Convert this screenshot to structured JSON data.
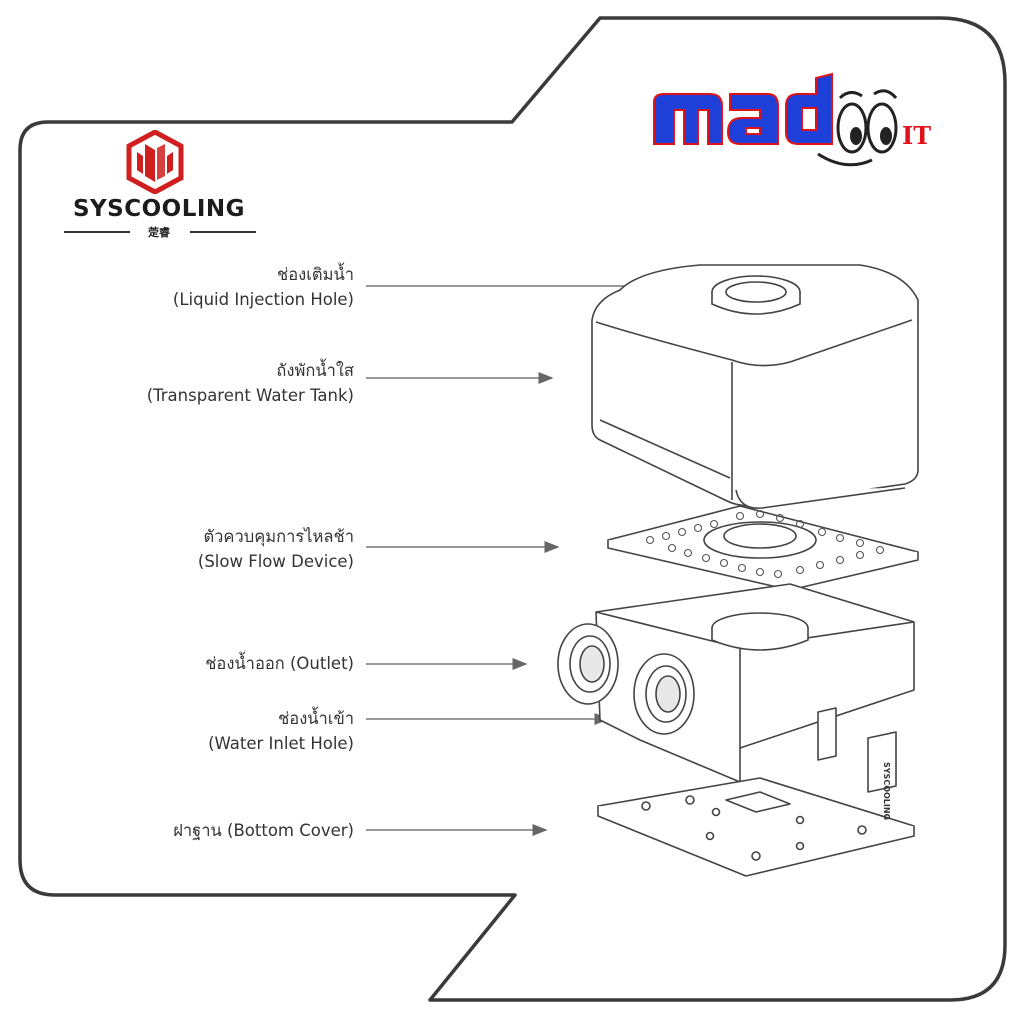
{
  "brand": {
    "syscooling_name": "SYSCOOLING",
    "syscooling_subtitle": "萣睿",
    "mad_logo_it": "IT",
    "colors": {
      "syscooling_red": "#cf1f1f",
      "mad_blue": "#1e3fd8",
      "mad_red": "#e01418",
      "frame": "#3a3a3a"
    }
  },
  "labels": [
    {
      "thai": "ช่องเติมน้ำ",
      "english": "(Liquid Injection Hole)"
    },
    {
      "thai": "ถังพักน้ำใส",
      "english": "(Transparent Water Tank)"
    },
    {
      "thai": "ตัวควบคุมการไหลช้า",
      "english": "(Slow Flow Device)"
    },
    {
      "thai": "ช่องน้ำออก (Outlet)",
      "english": ""
    },
    {
      "thai": "ช่องน้ำเข้า",
      "english": "(Water Inlet Hole)"
    },
    {
      "thai": "ฝาฐาน (Bottom Cover)",
      "english": ""
    }
  ],
  "device_side_label": "SYSCOOLING"
}
